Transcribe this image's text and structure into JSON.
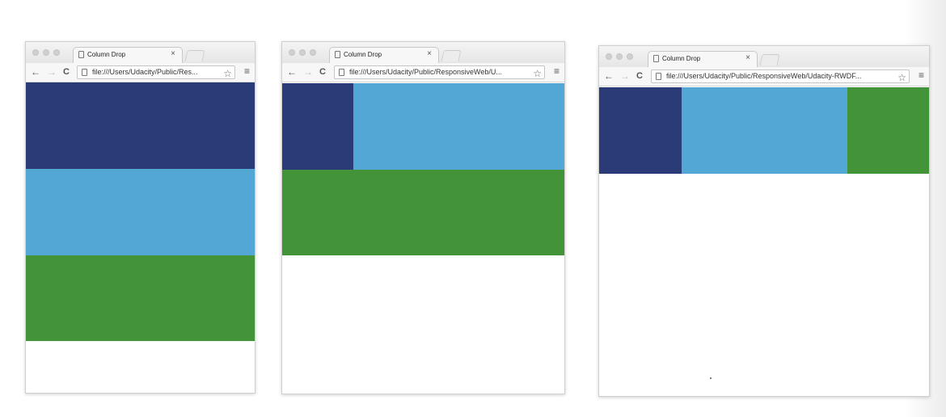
{
  "colors": {
    "dark_blue": "#2b3b77",
    "light_blue": "#53a7d5",
    "green": "#439338"
  },
  "windows": [
    {
      "tab_title": "Column Drop",
      "tab_close": "×",
      "url": "file:///Users/Udacity/Public/Res...",
      "icons": {
        "back": "←",
        "forward": "→",
        "reload": "C",
        "star": "☆",
        "menu": "≡"
      }
    },
    {
      "tab_title": "Column Drop",
      "tab_close": "×",
      "url": "file:///Users/Udacity/Public/ResponsiveWeb/U...",
      "icons": {
        "back": "←",
        "forward": "→",
        "reload": "C",
        "star": "☆",
        "menu": "≡"
      }
    },
    {
      "tab_title": "Column Drop",
      "tab_close": "×",
      "url": "file:///Users/Udacity/Public/ResponsiveWeb/Udacity-RWDF...",
      "icons": {
        "back": "←",
        "forward": "→",
        "reload": "C",
        "star": "☆",
        "menu": "≡"
      }
    }
  ]
}
